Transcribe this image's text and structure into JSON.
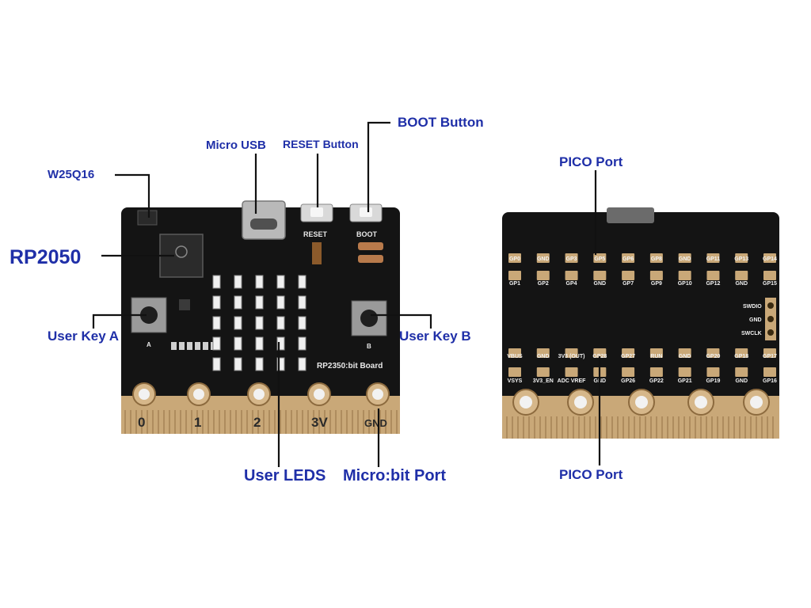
{
  "callouts": {
    "boot_button": "BOOT Button",
    "micro_usb": "Micro USB",
    "reset_button": "RESET Button",
    "w25q16": "W25Q16",
    "rp2050": "RP2050",
    "user_key_a": "User Key A",
    "user_key_b": "User Key B",
    "user_leds": "User LEDS",
    "microbit_port": "Micro:bit Port",
    "pico_port_top": "PICO Port",
    "pico_port_bottom": "PICO Port"
  },
  "front_board": {
    "silk_reset": "RESET",
    "silk_boot": "BOOT",
    "silk_board_name": "RP2350:bit Board",
    "silk_key_a": "A",
    "silk_key_b": "B",
    "edge_pads": [
      "0",
      "1",
      "2",
      "3V",
      "GND"
    ],
    "led_rows": 5,
    "led_cols": 5
  },
  "back_board": {
    "top_row1": [
      "GP0",
      "GND",
      "GP3",
      "GP5",
      "GP6",
      "GP8",
      "GND",
      "GP11",
      "GP13",
      "GP14"
    ],
    "top_row2": [
      "GP1",
      "GP2",
      "GP4",
      "GND",
      "GP7",
      "GP9",
      "GP10",
      "GP12",
      "GND",
      "GP15"
    ],
    "swd": [
      "SWDIO",
      "GND",
      "SWCLK"
    ],
    "bottom_row1": [
      "VBUS",
      "GND",
      "3V3 (OUT)",
      "GP28",
      "GP27",
      "RUN",
      "GND",
      "GP20",
      "GP18",
      "GP17"
    ],
    "bottom_row2": [
      "VSYS",
      "3V3_EN",
      "ADC VREF",
      "GND",
      "GP26",
      "GP22",
      "GP21",
      "GP19",
      "GND",
      "GP16"
    ]
  },
  "colors": {
    "label_blue": "#1f2fa8",
    "pcb_black": "#141414",
    "gold": "#c9a878"
  }
}
